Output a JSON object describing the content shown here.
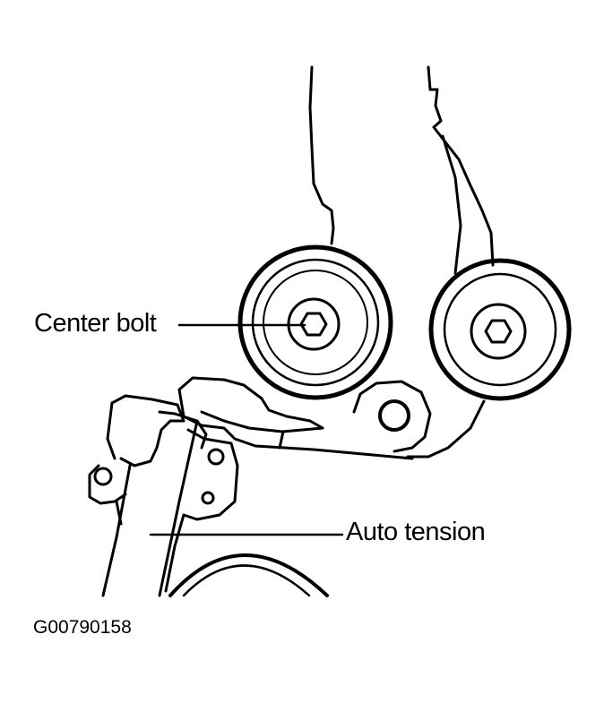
{
  "labels": {
    "center_bolt": "Center bolt",
    "auto_tension": "Auto tension"
  },
  "figure_id": "G00790158",
  "colors": {
    "ink": "#000000",
    "background": "#ffffff"
  }
}
